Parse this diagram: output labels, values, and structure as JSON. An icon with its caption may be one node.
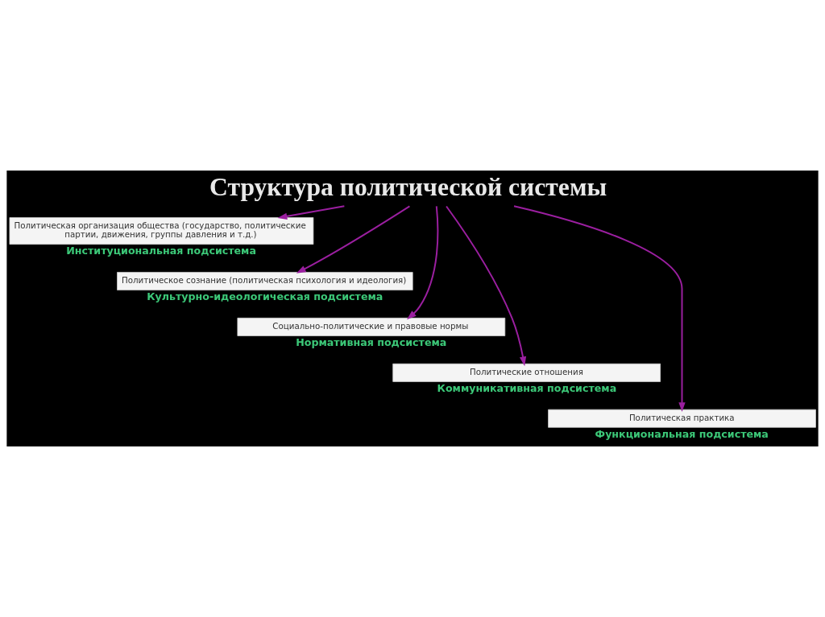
{
  "diagram": {
    "nodes": [
      {
        "text": [
          "Структура политической системы"
        ]
      },
      {
        "text": [
          "Политическая организация общества (государство, политические партии, движения, группы давления и т.д.)"
        ],
        "beside": [
          "Институциональная подсистема"
        ]
      },
      {
        "text": [
          "Политическое сознание (политическая психология и идеология)"
        ],
        "beside": [
          "Культурно-идеологическая подсистема"
        ]
      },
      {
        "text": [
          "Социально-политические и правовые нормы"
        ],
        "beside": [
          "Нормативная подсистема"
        ]
      },
      {
        "text": [
          "Политические отношения"
        ],
        "beside": [
          "Коммуникативная подсистема"
        ]
      },
      {
        "text": [
          "Политическая практика"
        ],
        "beside": [
          "Функциональная подсистема"
        ]
      }
    ],
    "edges": [
      {
        "from": 0,
        "to": 1,
        "arrow": "to"
      },
      {
        "from": 0,
        "to": 2,
        "arrow": "to"
      },
      {
        "from": 0,
        "to": 3,
        "arrow": "to"
      },
      {
        "from": 0,
        "to": 4,
        "arrow": "to"
      },
      {
        "from": 0,
        "to": 5,
        "arrow": "to"
      }
    ]
  }
}
